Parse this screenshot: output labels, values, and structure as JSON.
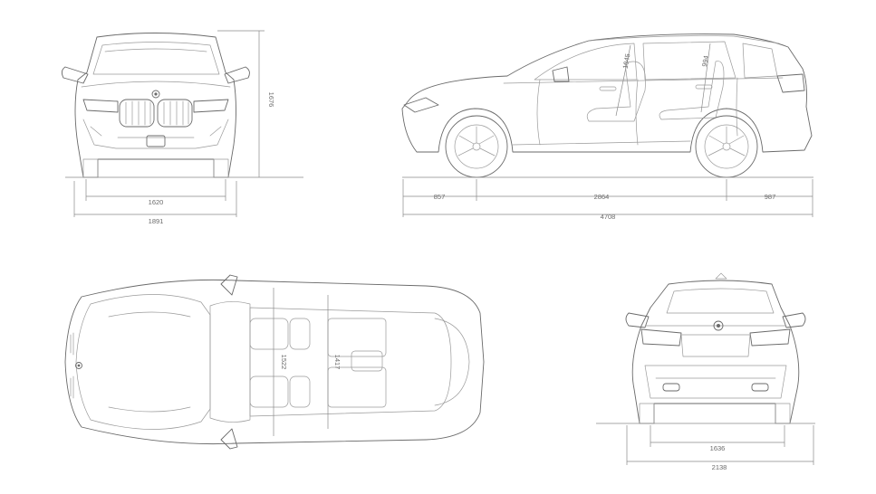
{
  "dimensions": {
    "front_track": "1620",
    "front_width": "1891",
    "height": "1676",
    "front_overhang": "857",
    "wheelbase": "2864",
    "rear_overhang": "987",
    "length": "4708",
    "front_headroom": "1045",
    "rear_headroom": "994",
    "front_shoulder": "1522",
    "rear_shoulder": "1417",
    "rear_track": "1636",
    "mirror_width": "2138"
  }
}
